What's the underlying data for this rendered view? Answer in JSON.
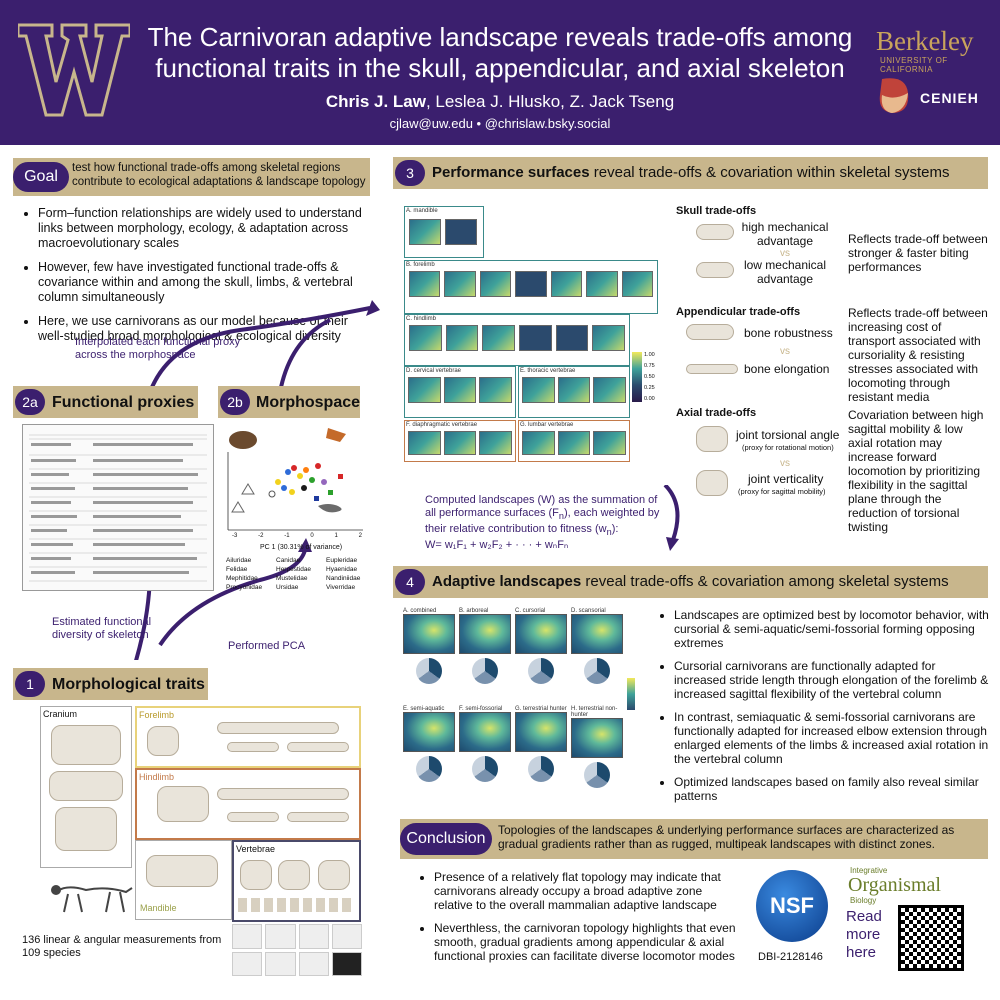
{
  "header": {
    "title_line1": "The Carnivoran adaptive landscape reveals trade-offs among",
    "title_line2": "functional traits in the skull, appendicular, and axial skeleton",
    "author_lead": "Chris J. Law",
    "authors_rest": ", Leslea J. Hlusko, Z. Jack Tseng",
    "contact": "cjlaw@uw.edu • @chrislaw.bsky.social",
    "logo_w": "W",
    "berkeley": "Berkeley",
    "berkeley_sub": "UNIVERSITY OF CALIFORNIA",
    "cenieh": "CENIEH"
  },
  "goal": {
    "badge": "Goal",
    "text": "test how functional trade-offs among skeletal regions contribute to ecological adaptations & landscape topology",
    "bullets": [
      "Form–function relationships are widely used to understand links between morphology, ecology, & adaptation across macroevolutionary scales",
      "However, few have investigated functional trade-offs & covariance within and among the skull, limbs, & vertebral column simultaneously",
      "Here, we use carnivorans as our model because of their well-studied broad morphological & ecological diversity"
    ]
  },
  "notes": {
    "interpolated": "Interpolated each functional proxy across the morphospace",
    "estimated": "Estimated functional diversity of skeleton",
    "pca": "Performed PCA",
    "computed": "Computed landscapes (W) as the summation of all performance surfaces (F",
    "computed_b": "), each weighted by their relative contribution to fitness (w",
    "computed_c": "):",
    "formula": "W= w₁F₁ + w₂F₂ + · · · + wₙFₙ"
  },
  "s2a": {
    "badge": "2a",
    "title": "Functional proxies"
  },
  "s2b": {
    "badge": "2b",
    "title": "Morphospace",
    "axis": "PC 1 (30.31% of variance)",
    "ticks": [
      "-3",
      "-2",
      "-1",
      "0",
      "1",
      "2"
    ],
    "legend": [
      "Ailuridae",
      "Canidae",
      "Eupleridae",
      "Felidae",
      "Herpestidae",
      "Hyaenidae",
      "Mephitidae",
      "Mustelidae",
      "Nandiniidae",
      "Procyonidae",
      "Ursidae",
      "Viverridae"
    ]
  },
  "s1": {
    "badge": "1",
    "title": "Morphological traits",
    "panels": [
      "Cranium",
      "Forelimb",
      "Hindlimb",
      "Vertebrae",
      "Mandible"
    ],
    "caption": "136 linear & angular measurements from 109 species"
  },
  "s3": {
    "badge": "3",
    "title_bold": "Performance surfaces",
    "title_rest": " reveal trade-offs & covariation within skeletal systems",
    "panels": [
      "A. mandible",
      "B. forelimb",
      "C. hindlimb",
      "D. cervical vertebrae",
      "E. thoracic vertebrae",
      "F. diaphragmatic vertebrae",
      "G. lumbar vertebrae"
    ],
    "scale": [
      "1.00",
      "0.75",
      "0.50",
      "0.25",
      "0.00"
    ],
    "skull_title": "Skull trade-offs",
    "skull_a": "high mechanical advantage",
    "skull_b": "low mechanical advantage",
    "skull_desc": "Reflects trade-off between stronger & faster biting performances",
    "app_title": "Appendicular trade-offs",
    "app_a": "bone robustness",
    "app_b": "bone elongation",
    "app_desc": "Reflects trade-off between increasing cost of transport associated with cursoriality & resisting stresses associated with locomoting through resistant media",
    "ax_title": "Axial trade-offs",
    "ax_a": "joint torsional angle",
    "ax_a_sub": "(proxy for rotational motion)",
    "ax_b": "joint verticality",
    "ax_b_sub": "(proxy for sagittal mobility)",
    "ax_desc": "Covariation between high sagittal mobility & low axial rotation may increase forward locomotion by prioritizing flexibility in the sagittal plane through the reduction of torsional twisting",
    "vs": "vs"
  },
  "s4": {
    "badge": "4",
    "title_bold": "Adaptive landscapes",
    "title_rest": " reveal trade-offs & covariation among skeletal systems",
    "maps": [
      "A. combined",
      "B. arboreal",
      "C. cursorial",
      "D. scansorial",
      "E. semi-aquatic",
      "F. semi-fossorial",
      "G. terrestrial hunter",
      "H. terrestrial non-hunter"
    ],
    "bullets": [
      "Landscapes are optimized best by locomotor behavior, with cursorial & semi-aquatic/semi-fossorial forming opposing extremes",
      "Cursorial carnivorans are functionally adapted for increased stride length through elongation of the forelimb & increased sagittal flexibility of the vertebral column",
      "In contrast, semiaquatic & semi-fossorial carnivorans are functionally adapted for increased elbow extension through enlarged elements of the limbs & increased axial rotation in the vertebral column",
      "Optimized landscapes based on family also reveal similar patterns"
    ]
  },
  "conclusion": {
    "badge": "Conclusion",
    "text": "Topologies of the landscapes & underlying performance surfaces are characterized as gradual gradients rather than as rugged, multipeak landscapes with distinct zones.",
    "bullets": [
      "Presence of a relatively flat topology may indicate that carnivorans already occupy a broad adaptive zone relative to the overall mammalian adaptive landscape",
      "Neverthless, the carnivoran topology highlights that even smooth, gradual gradients among appendicular & axial functional proxies can facilitate diverse locomotor modes"
    ],
    "nsf": "NSF",
    "grant": "DBI-2128146",
    "iob": "Organismal",
    "iob_top": "Integrative",
    "iob_bottom": "Biology",
    "read_more": "Read more here"
  },
  "colors": {
    "purple": "#3b1f6e",
    "tan": "#c8b68c",
    "gold": "#c9a45c"
  }
}
